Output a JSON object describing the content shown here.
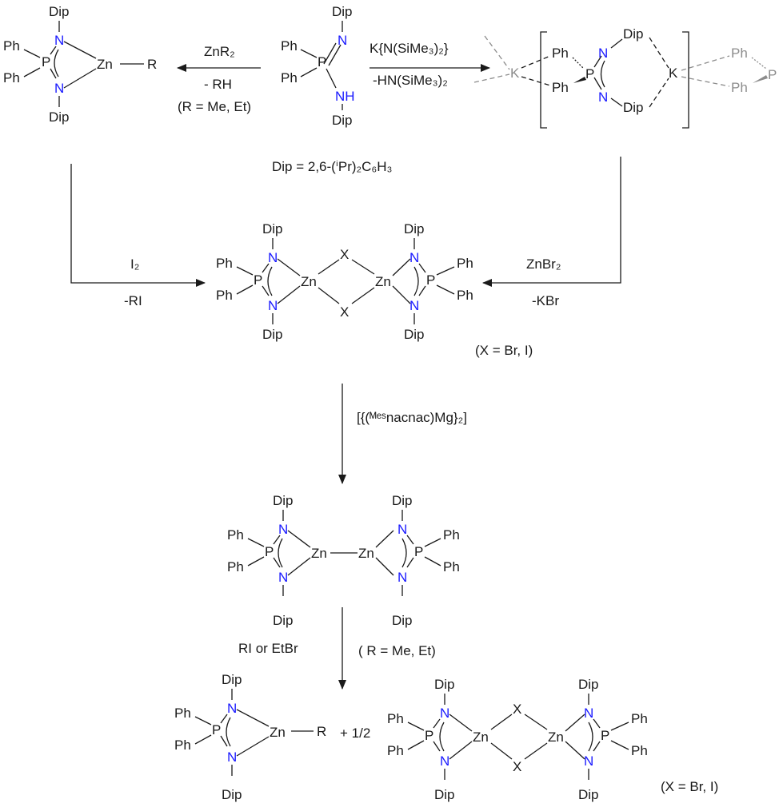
{
  "atoms": {
    "dip": "Dip",
    "ph": "Ph",
    "n": "N",
    "nh": "NH",
    "p": "P",
    "zn": "Zn",
    "r": "R",
    "x": "X",
    "k": "K"
  },
  "reagents": {
    "znr2": "ZnR₂",
    "minus_rh": "- RH",
    "r_def": "(R = Me, Et)",
    "kn_silyl": "K{N(SiMe₃)₂}",
    "minus_hn_silyl": "-HN(SiMe₃)₂",
    "dip_def": "Dip = 2,6-(ⁱPr)₂C₆H₃",
    "i2": "I₂",
    "minus_ri": "-RI",
    "znbr2": "ZnBr₂",
    "minus_kbr": "-KBr",
    "x_def": "(X = Br, I)",
    "mg_reagent": "[{(ᴹᵉˢnacnac)Mg}₂]",
    "ri_or_etbr": "RI or EtBr",
    "r_def_spaced": "( R = Me, Et)",
    "plus_half": "+  1/2",
    "x_def_bottom": "(X = Br, I)"
  },
  "colors": {
    "nitrogen": "#1a1aff",
    "bond": "#1a1a1a",
    "potassium_faded": "#8c8c8c"
  }
}
